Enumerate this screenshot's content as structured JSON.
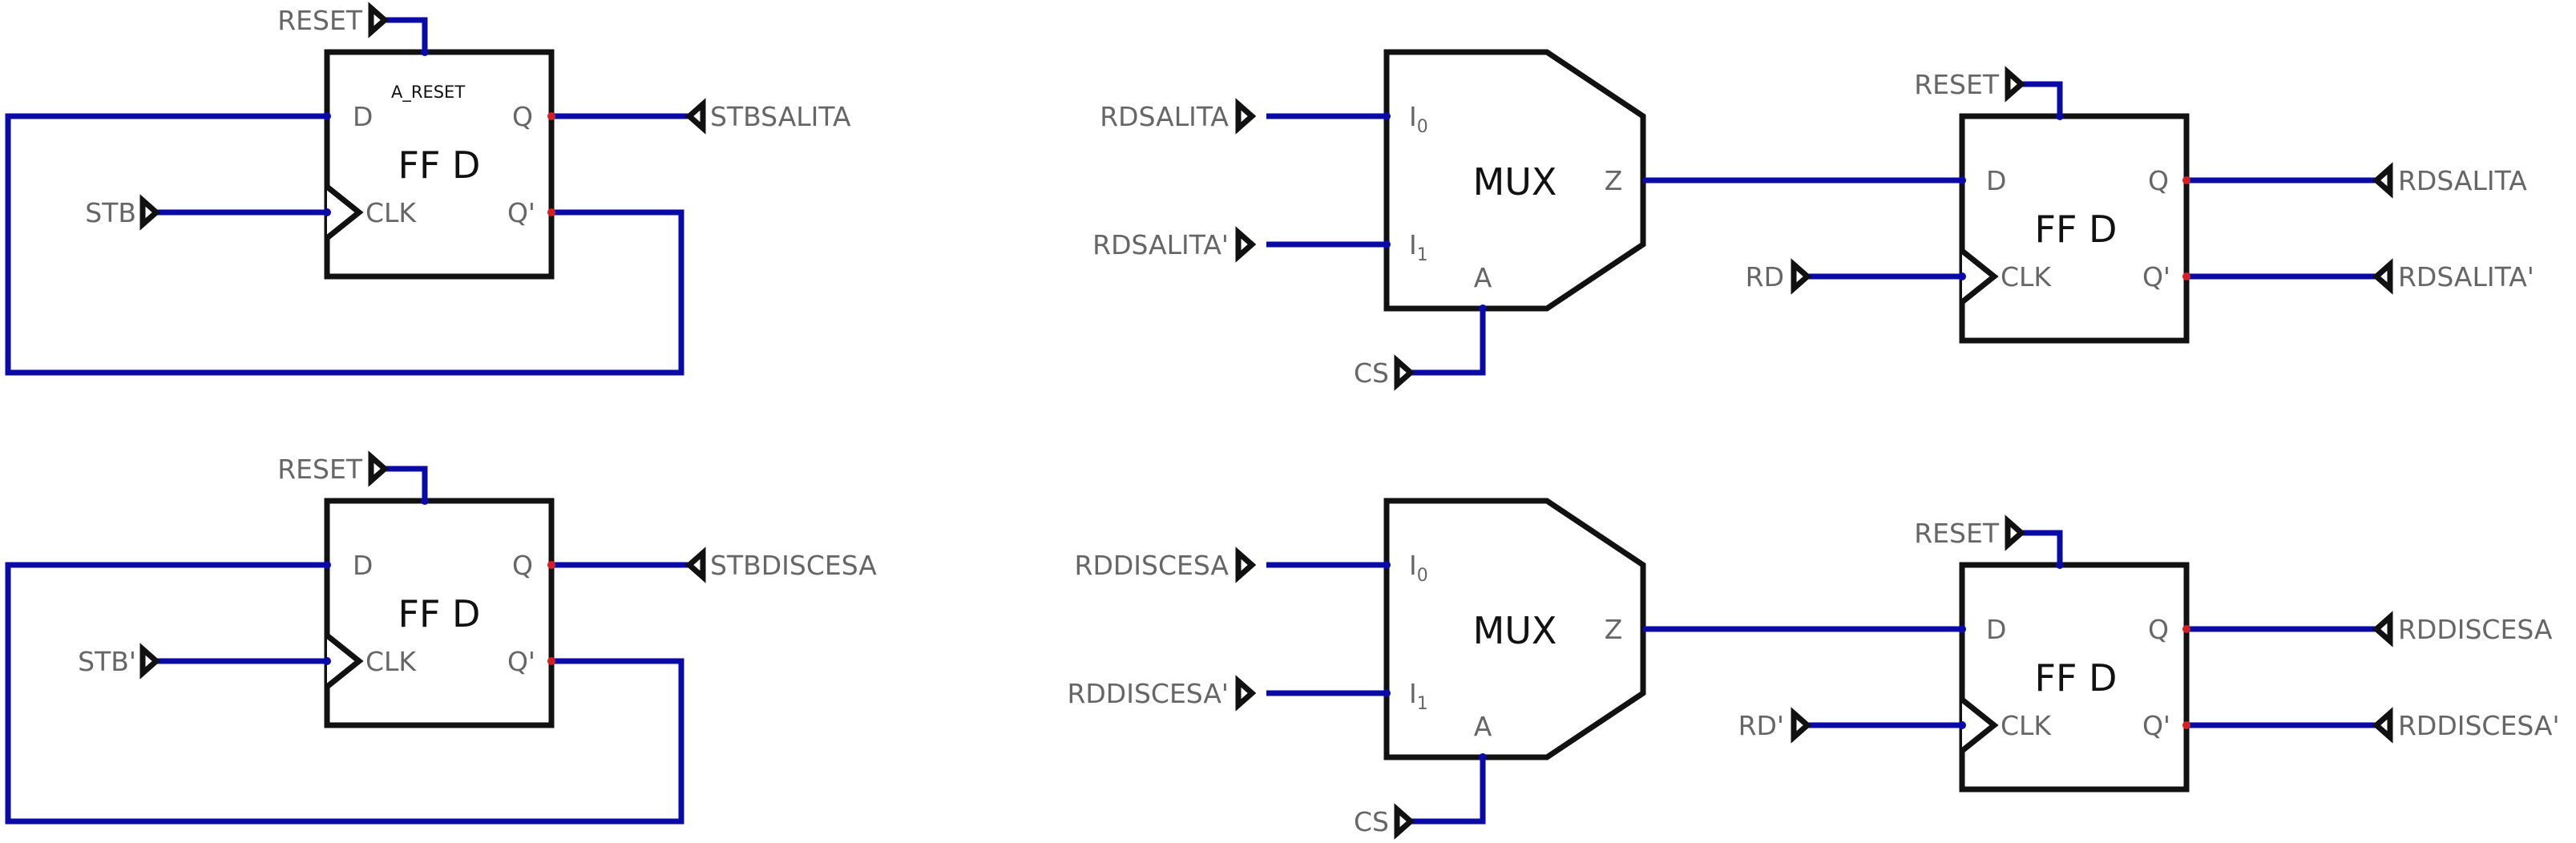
{
  "colors": {
    "wire": "#0a0aa8",
    "component": "#111111",
    "label": "#666666",
    "output_pin": "#d42020"
  },
  "ff_stb": {
    "reset": "RESET",
    "async_label": "A_RESET",
    "title": "FF  D",
    "pin_d": "D",
    "pin_clk": "CLK",
    "pin_q": "Q",
    "pin_qn": "Q'",
    "clk_in": "STB",
    "q_out": "STBSALITA"
  },
  "ff_stbn": {
    "reset": "RESET",
    "title": "FF  D",
    "pin_d": "D",
    "pin_clk": "CLK",
    "pin_q": "Q",
    "pin_qn": "Q'",
    "clk_in": "STB'",
    "q_out": "STBDISCESA"
  },
  "mux_sal": {
    "title": "MUX",
    "i0": "I",
    "i0_sub": "0",
    "i1": "I",
    "i1_sub": "1",
    "pin_a": "A",
    "pin_z": "Z",
    "in0": "RDSALITA",
    "in1": "RDSALITA'",
    "sel": "CS"
  },
  "ff_sal": {
    "reset": "RESET",
    "title": "FF  D",
    "pin_d": "D",
    "pin_clk": "CLK",
    "pin_q": "Q",
    "pin_qn": "Q'",
    "clk_in": "RD",
    "q_out": "RDSALITA",
    "qn_out": "RDSALITA'"
  },
  "mux_dis": {
    "title": "MUX",
    "i0": "I",
    "i0_sub": "0",
    "i1": "I",
    "i1_sub": "1",
    "pin_a": "A",
    "pin_z": "Z",
    "in0": "RDDISCESA",
    "in1": "RDDISCESA'",
    "sel": "CS"
  },
  "ff_dis": {
    "reset": "RESET",
    "title": "FF  D",
    "pin_d": "D",
    "pin_clk": "CLK",
    "pin_q": "Q",
    "pin_qn": "Q'",
    "clk_in": "RD'",
    "q_out": "RDDISCESA",
    "qn_out": "RDDISCESA'"
  }
}
